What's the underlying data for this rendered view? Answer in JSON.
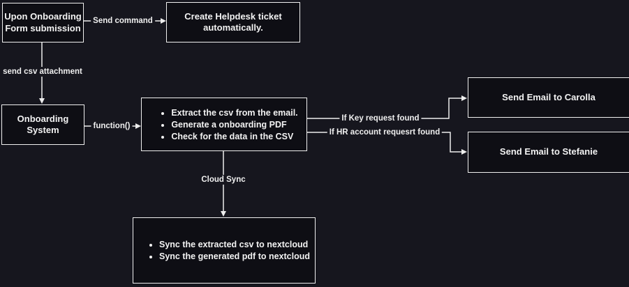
{
  "canvas": {
    "background_color": "#16161e",
    "node_fill_color": "#0e0e14",
    "border_color": "#f0f0f0",
    "text_color": "#f2f2f2"
  },
  "nodes": {
    "upon_onboarding": {
      "label": "Upon Onboarding\nForm submission"
    },
    "create_helpdesk": {
      "label": "Create Helpdesk ticket\nautomatically."
    },
    "onboarding_system": {
      "label": "Onboarding System"
    },
    "process": {
      "items": [
        "Extract the csv from the email.",
        "Generate a onboarding PDF",
        "Check for the data in the CSV"
      ]
    },
    "send_email_carolla": {
      "label": "Send Email to Carolla"
    },
    "send_email_stefanie": {
      "label": "Send Email to Stefanie"
    },
    "cloud_sync_tasks": {
      "items": [
        "Sync the extracted csv to nextcloud",
        "Sync the generated pdf to nextcloud"
      ]
    }
  },
  "connectors": {
    "send_command": {
      "label": "Send command"
    },
    "send_csv_attachment": {
      "label": "send csv attachment"
    },
    "function_call": {
      "label": "function()"
    },
    "if_key_request": {
      "label": "If Key request found"
    },
    "if_hr_account_request": {
      "label": "If HR account requesrt found"
    },
    "cloud_sync": {
      "label": "Cloud Sync"
    }
  }
}
